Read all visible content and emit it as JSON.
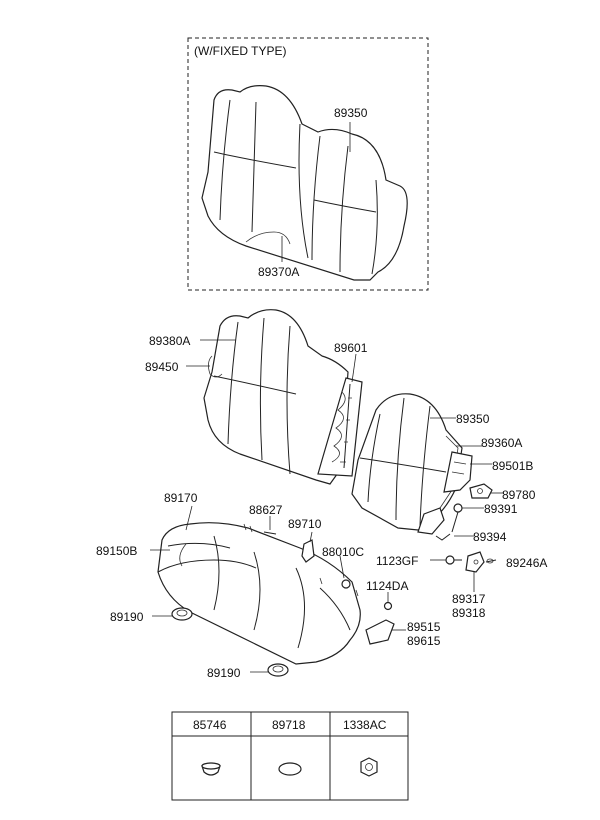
{
  "inset": {
    "title": "(W/FIXED TYPE)"
  },
  "callouts": {
    "c89350_top": "89350",
    "c89370A": "89370A",
    "c89380A": "89380A",
    "c89450": "89450",
    "c89601": "89601",
    "c89350_mid": "89350",
    "c89360A": "89360A",
    "c89501B": "89501B",
    "c89780": "89780",
    "c89391": "89391",
    "c89394": "89394",
    "c1123GF": "1123GF",
    "c89246A": "89246A",
    "c89317": "89317",
    "c89318": "89318",
    "c89170": "89170",
    "c88627": "88627",
    "c89710": "89710",
    "c89150B": "89150B",
    "c88010C": "88010C",
    "c1124DA": "1124DA",
    "c89190_a": "89190",
    "c89515": "89515",
    "c89615": "89615",
    "c89190_b": "89190"
  },
  "parts_table": {
    "headers": [
      "85746",
      "89718",
      "1338AC"
    ],
    "icons": [
      "plug-cap-icon",
      "oval-pad-icon",
      "hex-nut-icon"
    ]
  }
}
